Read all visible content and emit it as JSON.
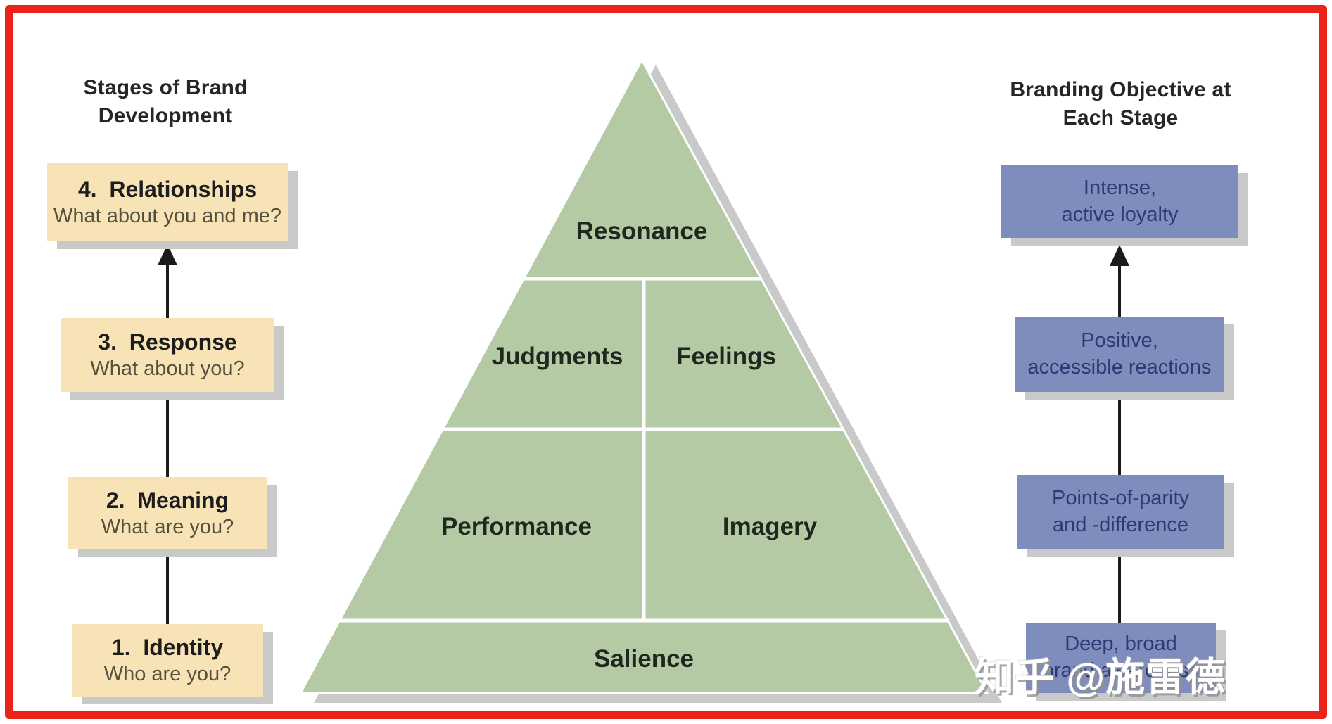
{
  "left_column": {
    "header_line1": "Stages of Brand",
    "header_line2": "Development",
    "stages": [
      {
        "title": "4.  Relationships",
        "question": "What about you and me?"
      },
      {
        "title": "3.  Response",
        "question": "What about you?"
      },
      {
        "title": "2.  Meaning",
        "question": "What are you?"
      },
      {
        "title": "1.  Identity",
        "question": "Who are you?"
      }
    ]
  },
  "pyramid": {
    "top": "Resonance",
    "level2": [
      "Judgments",
      "Feelings"
    ],
    "level3": [
      "Performance",
      "Imagery"
    ],
    "base": "Salience"
  },
  "right_column": {
    "header_line1": "Branding Objective at",
    "header_line2": "Each Stage",
    "objectives": [
      {
        "line1": "Intense,",
        "line2": "active loyalty"
      },
      {
        "line1": "Positive,",
        "line2": "accessible reactions"
      },
      {
        "line1": "Points-of-parity",
        "line2": "and -difference"
      },
      {
        "line1": "Deep, broad",
        "line2": "brand awareness"
      }
    ]
  },
  "watermark": "知乎 @施雷德",
  "colors": {
    "border_red": "#ea2419",
    "stage_box_tan": "#f7e3b6",
    "objective_box_blue": "#7e8dbc",
    "objective_text_navy": "#2b3a74",
    "pyramid_green": "#b3caa4",
    "shadow_gray": "#c9c9c9"
  }
}
